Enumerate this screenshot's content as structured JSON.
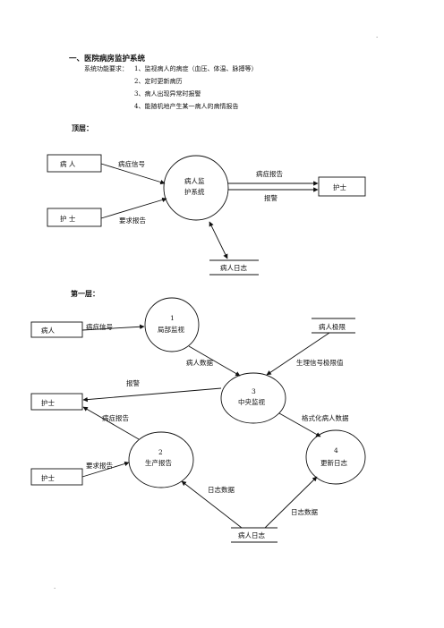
{
  "doc": {
    "title": "一、医院病房监护系统",
    "req_label": "系统功能要求：",
    "requirements": [
      "1、监视病人的病症（血压、体温、脉搏等）",
      "2、定时更新病历",
      "3、病人出现异常时报警",
      "4、能随机地产生某一病人的病情报告"
    ],
    "top_label": "顶层：",
    "layer1_label": "第一层：",
    "corner_mark_top": ".",
    "corner_mark_bottom": "."
  },
  "top": {
    "entity_patient": "病 人",
    "entity_nurse_left": "护 士",
    "entity_nurse_right": "护士",
    "process_line1": "病人监",
    "process_line2": "护系统",
    "store": "病人日志",
    "flow_symptom": "病症信号",
    "flow_request": "要求报告",
    "flow_report": "病症报告",
    "flow_alarm": "报警"
  },
  "layer1": {
    "entity_patient": "病人",
    "entity_nurse_a": "护士",
    "entity_nurse_b": "护士",
    "store_limits": "病人极限",
    "store_log": "病人日志",
    "p1_num": "1",
    "p1_name": "局部监视",
    "p2_num": "2",
    "p2_name": "生产报告",
    "p3_num": "3",
    "p3_name": "中央监视",
    "p4_num": "4",
    "p4_name": "更新日志",
    "flow_symptom": "病症信号",
    "flow_patient_data": "病人数据",
    "flow_limit_values": "生理信号极限值",
    "flow_alarm": "报警",
    "flow_report": "病症报告",
    "flow_request": "要求报告",
    "flow_formatted": "格式化病人数据",
    "flow_log_data_left": "日志数据",
    "flow_log_data_right": "日志数据"
  }
}
